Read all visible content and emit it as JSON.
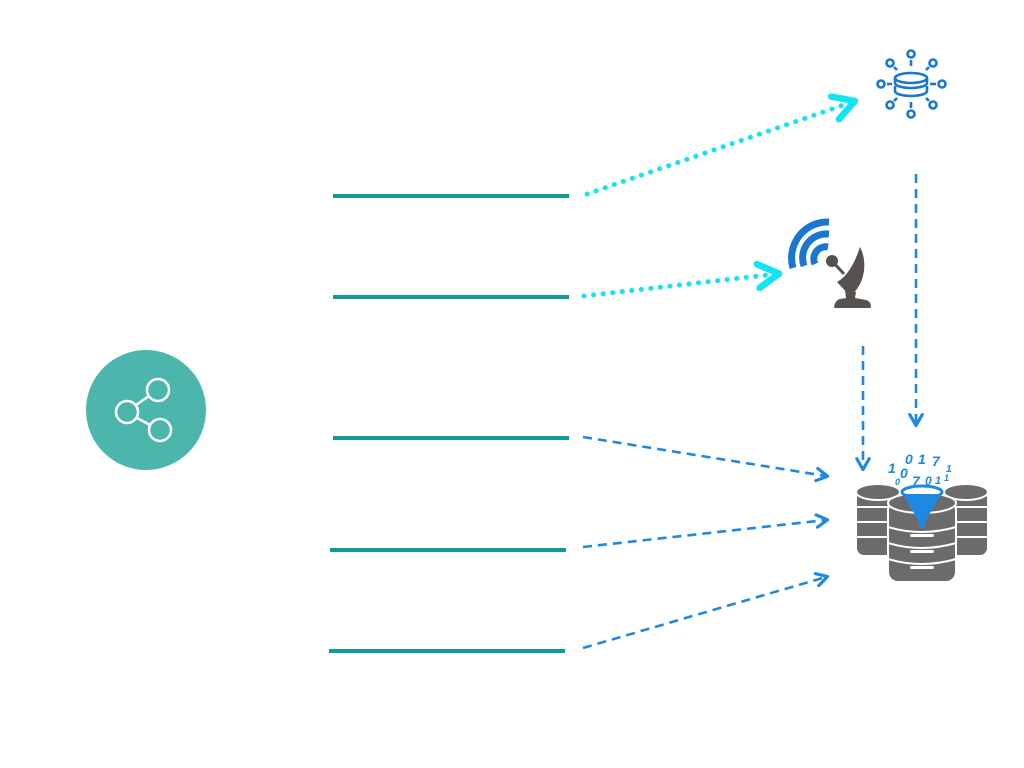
{
  "diagram": {
    "title": "",
    "colors": {
      "teal_line": "#14999B",
      "share_circle": "#4DB6AC",
      "cyan_arrow": "#11E4F2",
      "blue_arrow": "#1E88E5",
      "icon_blue": "#1976D2",
      "icon_gray": "#5F5F5F",
      "satellite_gray": "#555250"
    },
    "icons": {
      "share": "share-icon",
      "cloud_database": "network-database-icon",
      "satellite": "satellite-dish-icon",
      "data_warehouse": "data-filter-servers-icon"
    },
    "binary_digits": [
      "1",
      "0",
      "1",
      "7",
      "1",
      "0",
      "7",
      "0",
      "1",
      "1",
      "0"
    ],
    "placeholder_lines": [
      {
        "id": "line-1",
        "target": "cloud_database",
        "style": "dotted"
      },
      {
        "id": "line-2",
        "target": "satellite",
        "style": "dotted"
      },
      {
        "id": "line-3",
        "target": "data_warehouse",
        "style": "dashed"
      },
      {
        "id": "line-4",
        "target": "data_warehouse",
        "style": "dashed"
      },
      {
        "id": "line-5",
        "target": "data_warehouse",
        "style": "dashed"
      }
    ]
  }
}
